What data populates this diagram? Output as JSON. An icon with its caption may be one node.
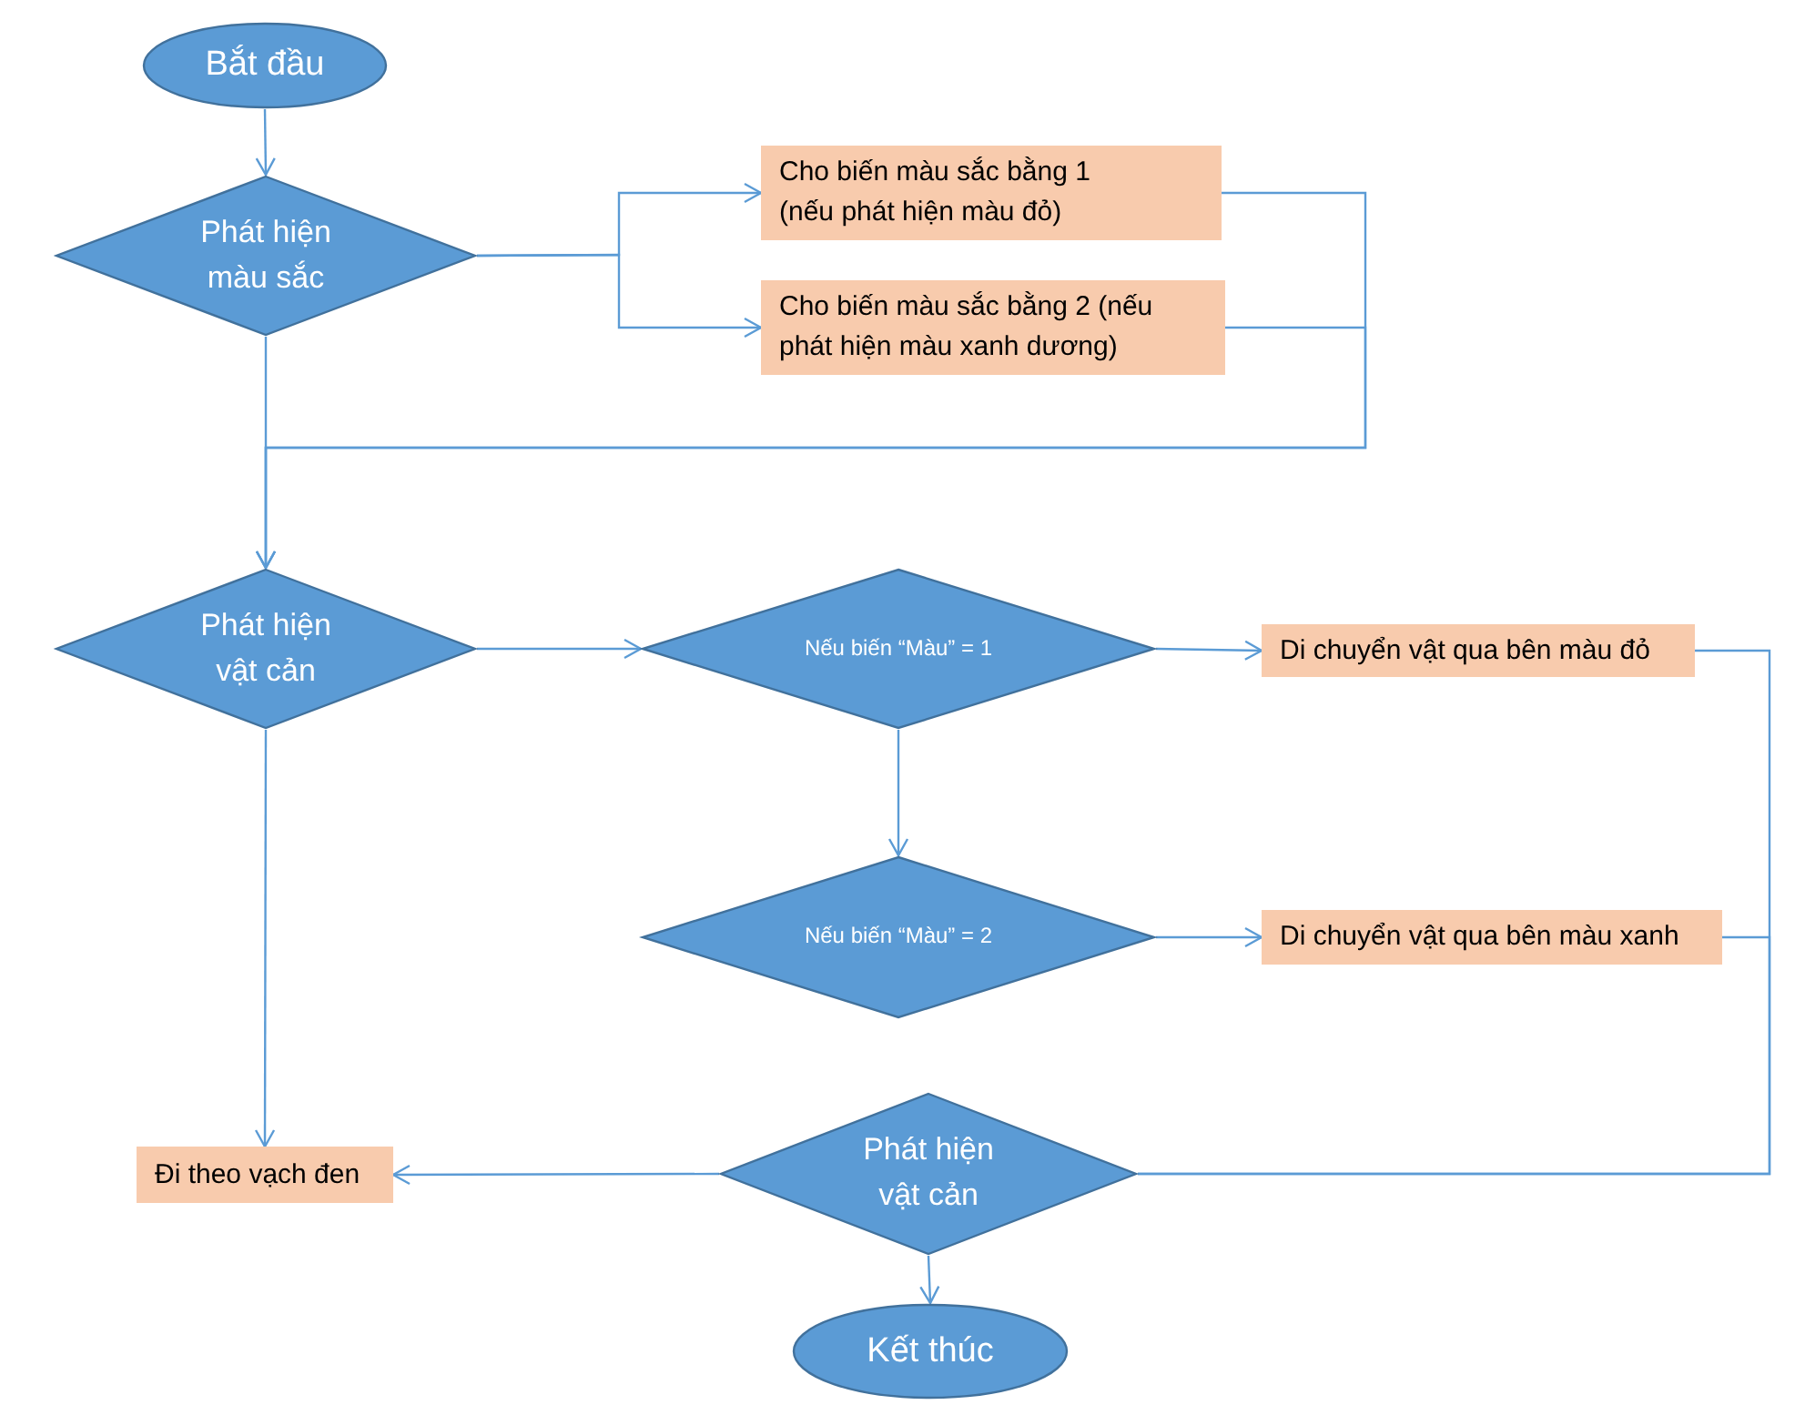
{
  "diagram": {
    "nodes": [
      {
        "text": [
          "Bắt đầu"
        ]
      },
      {
        "text": [
          "Phát hiện màu sắc"
        ]
      },
      {
        "text": [
          "Cho biến màu sắc bằng 1 (nếu phát hiện màu đỏ)"
        ]
      },
      {
        "text": [
          "Cho biến màu sắc bằng 2 (nếu phát hiện màu xanh dương)"
        ]
      },
      {
        "text": [
          "Phát hiện vật cản"
        ]
      },
      {
        "text": [
          "Nếu biến “Màu” = 1"
        ]
      },
      {
        "text": [
          "Di chuyển vật qua bên màu đỏ"
        ]
      },
      {
        "text": [
          "Nếu biến “Màu” = 2"
        ]
      },
      {
        "text": [
          "Di chuyển vật qua bên màu xanh"
        ]
      },
      {
        "text": [
          "Đi theo vạch đen"
        ]
      },
      {
        "text": [
          "Phát hiện vật cản"
        ]
      },
      {
        "text": [
          "Kết thúc"
        ]
      }
    ],
    "edges": [
      {
        "from": 0,
        "to": 1,
        "arrow": "to"
      },
      {
        "from": 1,
        "to": 2,
        "arrow": "to"
      },
      {
        "from": 1,
        "to": 3,
        "arrow": "to"
      },
      {
        "from": 1,
        "to": 4,
        "arrow": "to"
      },
      {
        "from": 2,
        "to": 4,
        "arrow": "to"
      },
      {
        "from": 3,
        "to": 4,
        "arrow": "to"
      },
      {
        "from": 4,
        "to": 5,
        "arrow": "to"
      },
      {
        "from": 5,
        "to": 6,
        "arrow": "to"
      },
      {
        "from": 5,
        "to": 7,
        "arrow": "to"
      },
      {
        "from": 7,
        "to": 8,
        "arrow": "to"
      },
      {
        "from": 6,
        "to": 10,
        "arrow": "none"
      },
      {
        "from": 8,
        "to": 10,
        "arrow": "none"
      },
      {
        "from": 10,
        "to": 9,
        "arrow": "to"
      },
      {
        "from": 4,
        "to": 9,
        "arrow": "to"
      },
      {
        "from": 10,
        "to": 11,
        "arrow": "to"
      }
    ]
  }
}
